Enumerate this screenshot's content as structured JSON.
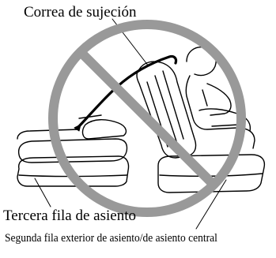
{
  "labels": {
    "strap": "Correa de sujeción",
    "third_row": "Tercera fila de asiento",
    "second_row": "Segunda fila exterior de asiento/de asiento central"
  },
  "colors": {
    "line": "#000000",
    "prohibition": "#999999",
    "background": "#ffffff"
  },
  "icons": {
    "prohibition": "prohibition-sign-icon"
  }
}
